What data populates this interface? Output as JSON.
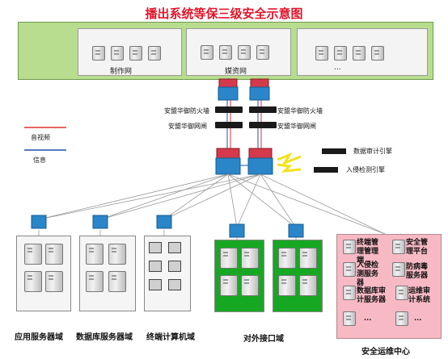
{
  "title": "播出系统等保三级安全示意图",
  "top_networks": [
    {
      "label": "制作网"
    },
    {
      "label": "媒资网"
    },
    {
      "label": "..."
    }
  ],
  "devices": {
    "firewall_left": "安盟华御防火墙",
    "firewall_right": "安盟华御防火墙",
    "gateway_left": "安盟华御网闸",
    "gateway_right": "安盟华御网闸",
    "audit": "数据审计引擎",
    "ids": "入侵检测引擎"
  },
  "legend": {
    "av_label": "音视频",
    "info_label": "信息",
    "av_color": "#e03030",
    "info_color": "#1f4fa8"
  },
  "zones": [
    {
      "label": "应用服务器域"
    },
    {
      "label": "数据库服务器域"
    },
    {
      "label": "终端计算机域"
    },
    {
      "label": "对外接口域"
    },
    {
      "label": "安全运维中心"
    }
  ],
  "security_center_items": [
    "终端管理管理端",
    "安全管理平台",
    "入侵检测服务器",
    "防病毒服务器",
    "数据库审计服务器",
    "运维审计系统",
    "...",
    "..."
  ],
  "colors": {
    "title": "#e0162b",
    "top_band": "#b8dd8e",
    "green_domain": "#17a823",
    "security_center": "#f7b9c4",
    "switch": "#2a86c9",
    "router": "#d43a4b"
  }
}
